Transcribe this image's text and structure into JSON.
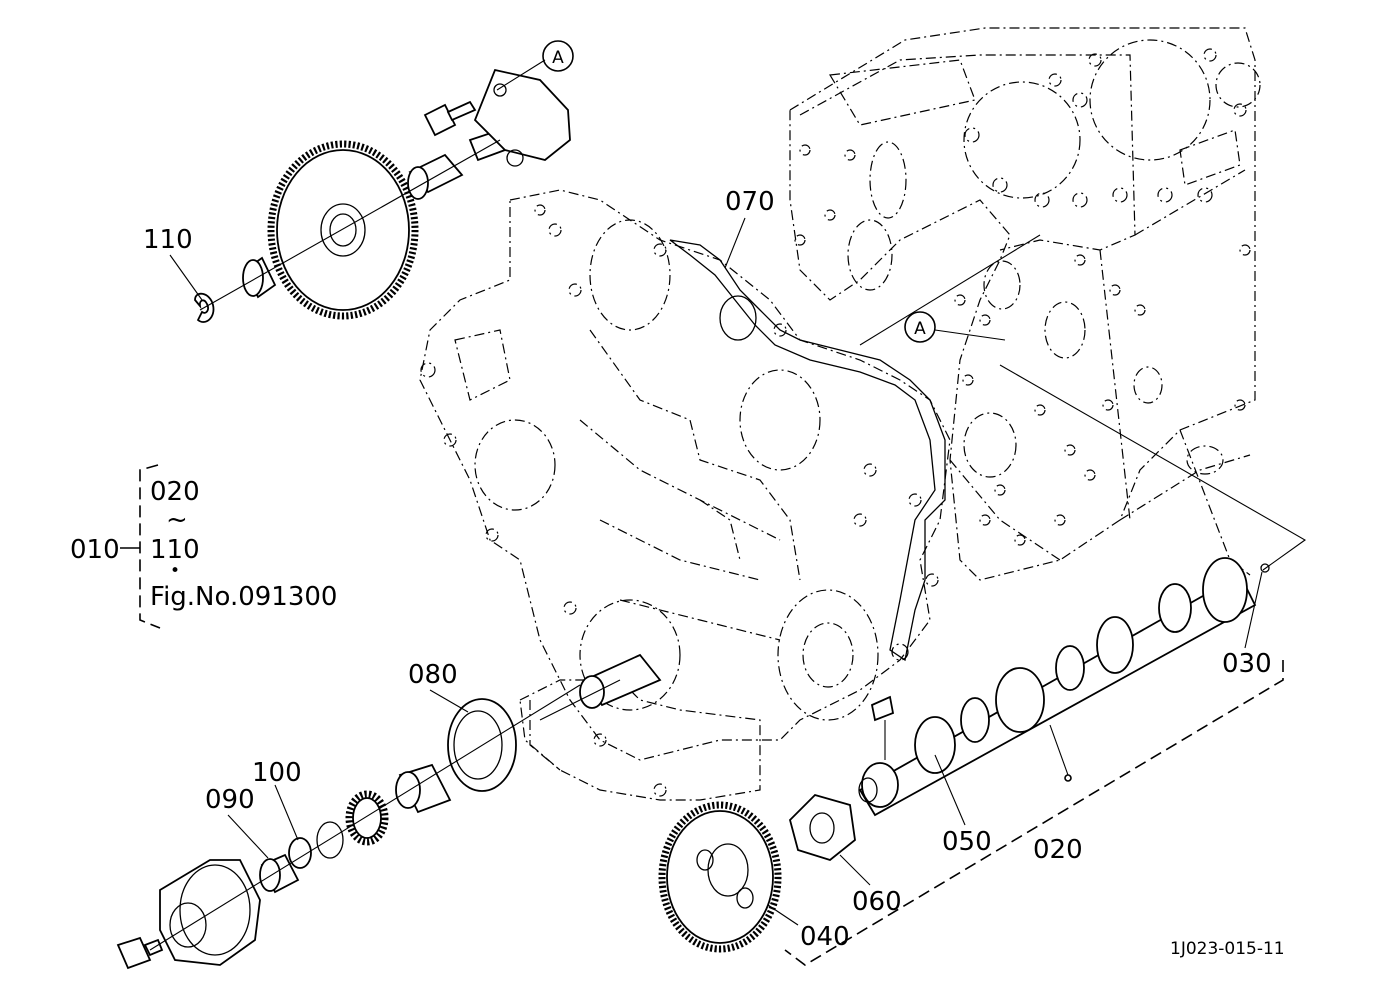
{
  "diagram": {
    "part_labels": {
      "p010": "010",
      "p020": "020",
      "p020b": "020",
      "p030": "030",
      "p040": "040",
      "p050": "050",
      "p060": "060",
      "p070": "070",
      "p080": "080",
      "p090": "090",
      "p100": "100",
      "p110": "110",
      "p110b": "110"
    },
    "ref_markers": {
      "a_top": "A",
      "a_mid": "A"
    },
    "group_legend": {
      "range_sep": "~",
      "dot": "•",
      "fig_ref": "Fig.No.091300"
    },
    "drawing_code": "1J023-015-11"
  }
}
